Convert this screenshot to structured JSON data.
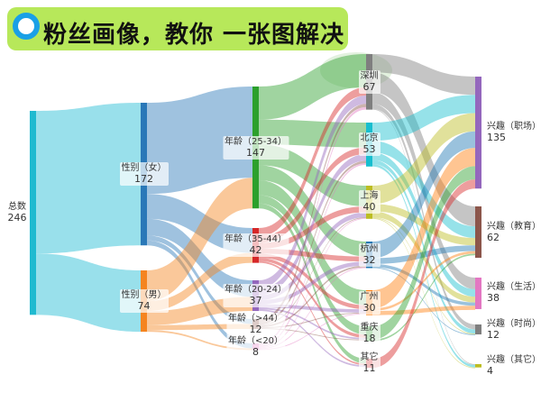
{
  "header": {
    "title": "粉丝画像，教你 一张图解决",
    "accent": "#b7e85a",
    "ring_color": "#1aa0e6"
  },
  "sankey": {
    "type": "sankey",
    "nodes": [
      {
        "id": "total",
        "name": "总数",
        "value": 246,
        "color": "#1fbad0",
        "col": 0
      },
      {
        "id": "f",
        "name": "性别（女）",
        "value": 172,
        "color": "#2a78b8",
        "col": 1
      },
      {
        "id": "m",
        "name": "性别（男）",
        "value": 74,
        "color": "#f5841f",
        "col": 1
      },
      {
        "id": "a1",
        "name": "年龄（25-34）",
        "value": 147,
        "color": "#2ca02c",
        "col": 2
      },
      {
        "id": "a2",
        "name": "年龄（35-44）",
        "value": 42,
        "color": "#d62728",
        "col": 2
      },
      {
        "id": "a3",
        "name": "年龄（20-24）",
        "value": 37,
        "color": "#9467bd",
        "col": 2
      },
      {
        "id": "a4",
        "name": "年龄（>44）",
        "value": 12,
        "color": "#8c564b",
        "col": 2
      },
      {
        "id": "a5",
        "name": "年龄（<20）",
        "value": 8,
        "color": "#e377c2",
        "col": 2
      },
      {
        "id": "c1",
        "name": "深圳",
        "value": 67,
        "color": "#7f7f7f",
        "col": 3
      },
      {
        "id": "c2",
        "name": "北京",
        "value": 53,
        "color": "#17becf",
        "col": 3
      },
      {
        "id": "c3",
        "name": "上海",
        "value": 40,
        "color": "#bcbd22",
        "col": 3
      },
      {
        "id": "c4",
        "name": "杭州",
        "value": 32,
        "color": "#1f77b4",
        "col": 3
      },
      {
        "id": "c5",
        "name": "广州",
        "value": 30,
        "color": "#ff7f0e",
        "col": 3
      },
      {
        "id": "c6",
        "name": "重庆",
        "value": 18,
        "color": "#2ca02c",
        "col": 3
      },
      {
        "id": "c7",
        "name": "其它",
        "value": 11,
        "color": "#d62728",
        "col": 3
      },
      {
        "id": "i1",
        "name": "兴趣（职场）",
        "value": 135,
        "color": "#9467bd",
        "col": 4
      },
      {
        "id": "i2",
        "name": "兴趣（教育）",
        "value": 62,
        "color": "#8c564b",
        "col": 4
      },
      {
        "id": "i3",
        "name": "兴趣（生活）",
        "value": 38,
        "color": "#e377c2",
        "col": 4
      },
      {
        "id": "i4",
        "name": "兴趣（时尚）",
        "value": 12,
        "color": "#7f7f7f",
        "col": 4
      },
      {
        "id": "i5",
        "name": "兴趣（其它）",
        "value": 4,
        "color": "#bcbd22",
        "col": 4
      }
    ],
    "links": [
      [
        "total",
        "f",
        172
      ],
      [
        "total",
        "m",
        74
      ],
      [
        "f",
        "a1",
        110
      ],
      [
        "f",
        "a2",
        30
      ],
      [
        "f",
        "a3",
        20
      ],
      [
        "f",
        "a4",
        6
      ],
      [
        "f",
        "a5",
        6
      ],
      [
        "m",
        "a1",
        37
      ],
      [
        "m",
        "a2",
        12
      ],
      [
        "m",
        "a3",
        17
      ],
      [
        "m",
        "a4",
        6
      ],
      [
        "m",
        "a5",
        2
      ],
      [
        "a1",
        "c1",
        40
      ],
      [
        "a1",
        "c2",
        30
      ],
      [
        "a1",
        "c3",
        25
      ],
      [
        "a1",
        "c4",
        18
      ],
      [
        "a1",
        "c5",
        18
      ],
      [
        "a1",
        "c6",
        10
      ],
      [
        "a1",
        "c7",
        6
      ],
      [
        "a2",
        "c1",
        10
      ],
      [
        "a2",
        "c2",
        8
      ],
      [
        "a2",
        "c3",
        7
      ],
      [
        "a2",
        "c4",
        6
      ],
      [
        "a2",
        "c5",
        5
      ],
      [
        "a2",
        "c6",
        4
      ],
      [
        "a2",
        "c7",
        2
      ],
      [
        "a3",
        "c1",
        10
      ],
      [
        "a3",
        "c2",
        8
      ],
      [
        "a3",
        "c3",
        6
      ],
      [
        "a3",
        "c4",
        5
      ],
      [
        "a3",
        "c5",
        4
      ],
      [
        "a3",
        "c6",
        2
      ],
      [
        "a3",
        "c7",
        2
      ],
      [
        "a4",
        "c1",
        4
      ],
      [
        "a4",
        "c2",
        3
      ],
      [
        "a4",
        "c3",
        1
      ],
      [
        "a4",
        "c4",
        2
      ],
      [
        "a4",
        "c5",
        1
      ],
      [
        "a4",
        "c6",
        1
      ],
      [
        "a5",
        "c1",
        3
      ],
      [
        "a5",
        "c2",
        2
      ],
      [
        "a5",
        "c3",
        1
      ],
      [
        "a5",
        "c4",
        1
      ],
      [
        "a5",
        "c5",
        1
      ],
      [
        "c1",
        "i1",
        22
      ],
      [
        "c1",
        "i2",
        24
      ],
      [
        "c1",
        "i3",
        14
      ],
      [
        "c1",
        "i4",
        6
      ],
      [
        "c1",
        "i5",
        1
      ],
      [
        "c2",
        "i1",
        22
      ],
      [
        "c2",
        "i2",
        14
      ],
      [
        "c2",
        "i3",
        9
      ],
      [
        "c2",
        "i4",
        5
      ],
      [
        "c2",
        "i5",
        3
      ],
      [
        "c3",
        "i1",
        22
      ],
      [
        "c3",
        "i2",
        9
      ],
      [
        "c3",
        "i3",
        7
      ],
      [
        "c3",
        "i4",
        1
      ],
      [
        "c3",
        "i5",
        1
      ],
      [
        "c4",
        "i1",
        20
      ],
      [
        "c4",
        "i2",
        7
      ],
      [
        "c4",
        "i3",
        4
      ],
      [
        "c4",
        "i4",
        1
      ],
      [
        "c5",
        "i1",
        22
      ],
      [
        "c5",
        "i2",
        3
      ],
      [
        "c5",
        "i3",
        5
      ],
      [
        "c6",
        "i1",
        16
      ],
      [
        "c6",
        "i2",
        2
      ],
      [
        "c7",
        "i1",
        11
      ]
    ]
  }
}
